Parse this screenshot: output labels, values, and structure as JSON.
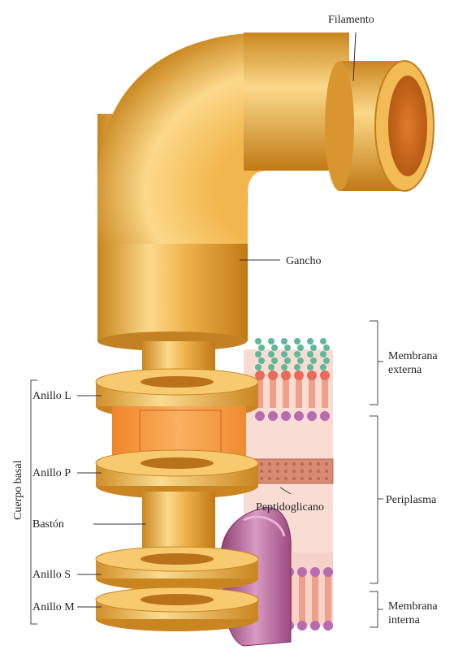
{
  "labels": {
    "filamento": "Filamento",
    "gancho": "Gancho",
    "membrana_externa": [
      "Membrana",
      "externa"
    ],
    "anillo_l": "Anillo L",
    "anillo_p": "Anillo P",
    "peptidoglicano": "Peptidoglicano",
    "periplasma": "Periplasma",
    "baston": "Bastón",
    "anillo_s": "Anillo S",
    "anillo_m": "Anillo M",
    "membrana_interna": [
      "Membrana",
      "interna"
    ],
    "cuerpo_basal": "Cuerpo basal"
  },
  "colors": {
    "gold": "#e8a83a",
    "gold_light": "#fbd98a",
    "gold_dark": "#b9771a",
    "orange": "#f29a3c",
    "pink_bg": "#f7d9cf",
    "lipid_head_green": "#5fb89a",
    "lipid_head_purple": "#b76cb0",
    "lipid_tail": "#f0a08a",
    "motor_pink": "#c77ca8",
    "peptidoglycan": "#d98a73"
  }
}
